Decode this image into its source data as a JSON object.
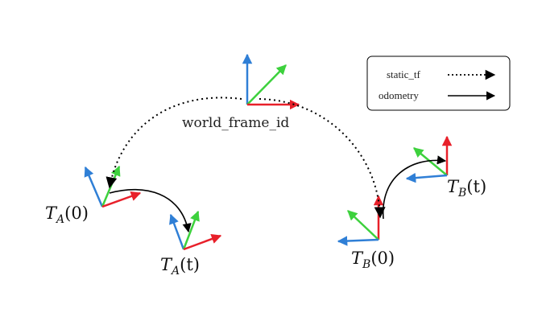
{
  "colors": {
    "x_axis": "#e8202a",
    "y_axis": "#3dd13d",
    "z_axis": "#2f7fd6",
    "edge": "#000000"
  },
  "world": {
    "label": "world_frame_id"
  },
  "frames": [
    {
      "id": "TA0",
      "base": "T",
      "sub": "A",
      "arg": "(0)"
    },
    {
      "id": "TAt",
      "base": "T",
      "sub": "A",
      "arg": "(t)"
    },
    {
      "id": "TB0",
      "base": "T",
      "sub": "B",
      "arg": "(0)"
    },
    {
      "id": "TBt",
      "base": "T",
      "sub": "B",
      "arg": "(t)"
    }
  ],
  "legend": {
    "items": [
      {
        "label": "static_tf",
        "style": "dotted"
      },
      {
        "label": "odometry",
        "style": "solid"
      }
    ]
  }
}
